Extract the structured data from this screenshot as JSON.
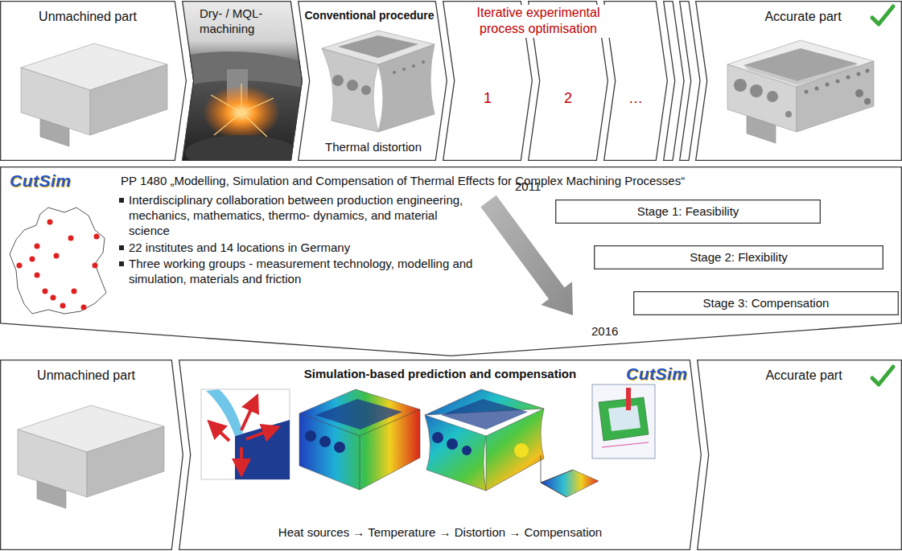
{
  "diagram": {
    "nodes": [
      {
        "text": [
          "Unmachined part"
        ]
      },
      {
        "text": [
          "Dry- / MQL- machining"
        ]
      },
      {
        "text": [
          "Conventional procedure",
          "Thermal distortion"
        ]
      },
      {
        "text": [
          "1"
        ]
      },
      {
        "text": [
          "2"
        ]
      },
      {
        "text": [
          "…"
        ]
      },
      {
        "text": [
          "Accurate part"
        ]
      },
      {
        "text": [
          "PP 1480 „Modelling, Simulation and Compensation of Thermal Effects for Complex Machining Processes“",
          "Interdisciplinary collaboration between production engineering, mechanics, mathematics, thermo- dynamics, and material science",
          "22 institutes and 14 locations in Germany",
          "Three working groups - measurement technology, modelling and simulation, materials and friction"
        ]
      },
      {
        "text": [
          "Stage 1: Feasibility"
        ],
        "in": 7
      },
      {
        "text": [
          "Stage 2: Flexibility"
        ],
        "in": 7
      },
      {
        "text": [
          "Stage 3: Compensation"
        ],
        "in": 7
      },
      {
        "text": [
          "Unmachined part"
        ]
      },
      {
        "text": [
          "Simulation-based prediction and compensation",
          "Heat sources → Temperature → Distortion → Compensation"
        ]
      },
      {
        "text": [
          "Accurate part"
        ]
      }
    ],
    "labels": [
      "Iterative experimental process optimisation",
      "CutSim",
      "2011",
      "2016",
      "CutSim"
    ]
  }
}
